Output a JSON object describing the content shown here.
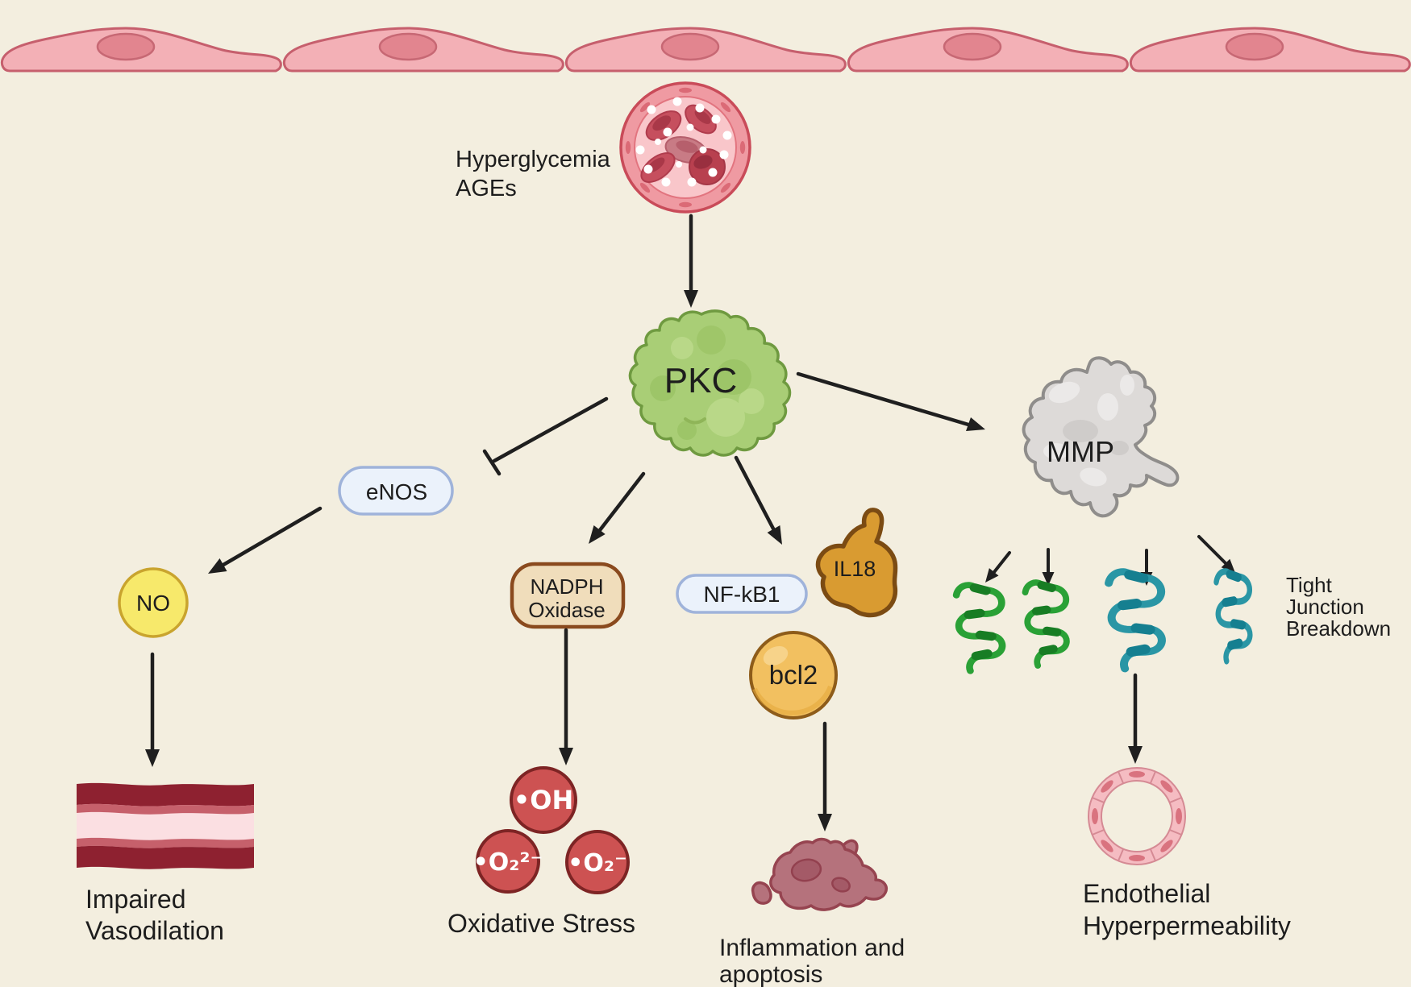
{
  "figure": {
    "background": "#f3eedf",
    "stimulus": {
      "line1": "Hyperglycemia",
      "line2": "AGEs"
    },
    "nodes": {
      "pkc": "PKC",
      "enos": "eNOS",
      "no": "NO",
      "nadph_line1": "NADPH",
      "nadph_line2": "Oxidase",
      "nfkb1": "NF-kB1",
      "il18": "IL18",
      "bcl2": "bcl2",
      "mmp": "MMP"
    },
    "radicals": {
      "hydroxyl": "•OH",
      "peroxide": "•O₂²⁻",
      "superoxide": "•O₂⁻"
    },
    "outcomes": {
      "vaso_line1": "Impaired",
      "vaso_line2": "Vasodilation",
      "oxidative": "Oxidative Stress",
      "inflam_line1": "Inflammation and",
      "inflam_line2": "apoptosis",
      "tj_line1": "Tight",
      "tj_line2": "Junction",
      "tj_line3": "Breakdown",
      "hyper_line1": "Endothelial",
      "hyper_line2": "Hyperpermeability"
    },
    "colors": {
      "background": "#f3eedf",
      "cell_fill": "#f3b0b6",
      "cell_border": "#c65f6d",
      "pkc_fill": "#a9ce76",
      "pkc_border": "#6f9a40",
      "pill_fill": "#ebf2fb",
      "pill_border": "#9fb3da",
      "no_fill": "#f7e96b",
      "no_border": "#c9a42e",
      "nadph_fill": "#f0ddbb",
      "nadph_border": "#8a4a1e",
      "il18_fill": "#d99b31",
      "il18_border": "#7b4b13",
      "bcl2_fill": "#f2c060",
      "bcl2_border": "#8e5c1a",
      "radical_fill": "#cd5252",
      "radical_border": "#7d2424",
      "mmp_fill": "#dddad8",
      "mmp_border": "#8f8d8b",
      "tj_green": "#2aa136",
      "tj_green_dark": "#187d24",
      "tj_teal": "#2a96a5",
      "tj_teal_dark": "#157f90",
      "arrow": "#1f1f1f"
    }
  }
}
